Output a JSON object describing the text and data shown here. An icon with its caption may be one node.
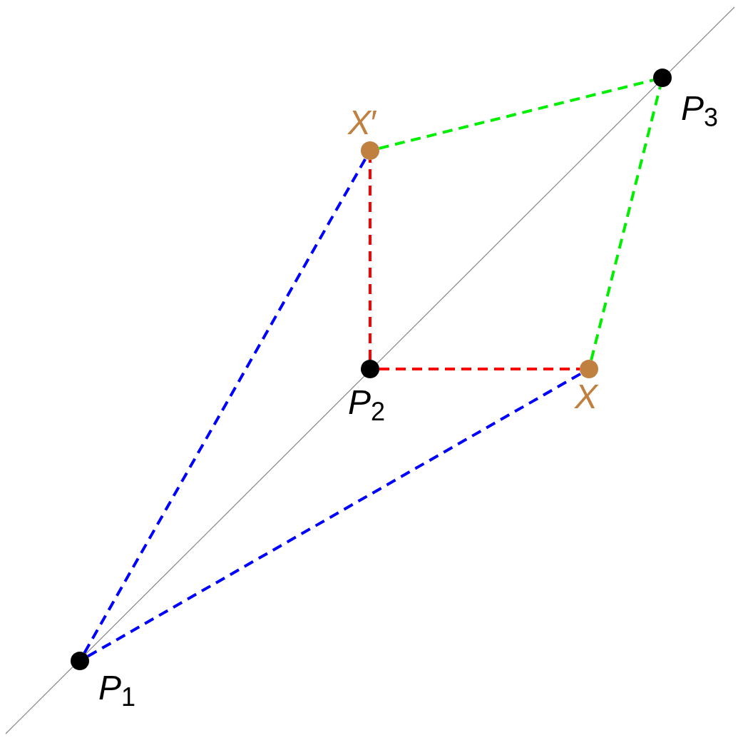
{
  "diagram": {
    "nodes": [
      {
        "text": [],
        "shape": "circle",
        "beside": [
          "*P*$_{1}$"
        ]
      },
      {
        "text": [],
        "shape": "circle",
        "beside": [
          "*P*$_{2}$"
        ]
      },
      {
        "text": [],
        "shape": "circle",
        "beside": [
          "*P*$_{3}$"
        ]
      },
      {
        "text": [],
        "shape": "circle",
        "beside": [
          "*X*"
        ]
      },
      {
        "text": [],
        "shape": "circle",
        "beside": [
          "*X*′"
        ]
      }
    ],
    "edges": [
      {
        "from": 0,
        "to": 4,
        "arrow": "none",
        "style": "dashed",
        "color": "#0000ff"
      },
      {
        "from": 0,
        "to": 3,
        "arrow": "none",
        "style": "dashed",
        "color": "#0000ff"
      },
      {
        "from": 1,
        "to": 4,
        "arrow": "none",
        "style": "dashed",
        "color": "#ff0000"
      },
      {
        "from": 1,
        "to": 3,
        "arrow": "none",
        "style": "dashed",
        "color": "#ff0000"
      },
      {
        "from": 4,
        "to": 2,
        "arrow": "none",
        "style": "dashed",
        "color": "#00ee00"
      },
      {
        "from": 3,
        "to": 2,
        "arrow": "none",
        "style": "dashed",
        "color": "#00ee00"
      }
    ]
  }
}
